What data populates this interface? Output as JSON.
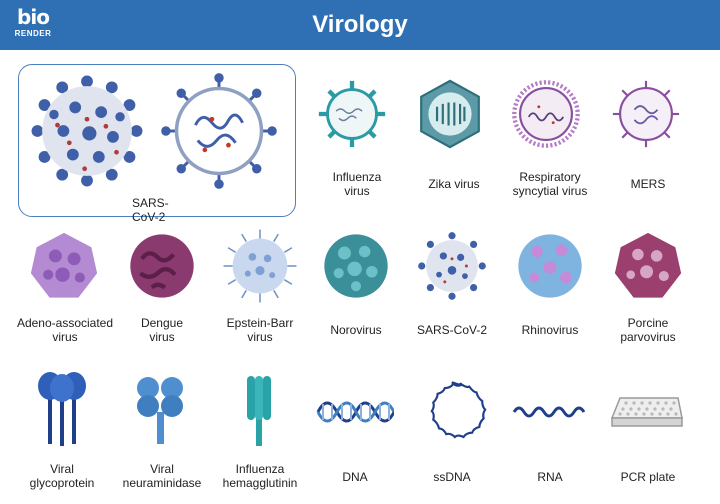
{
  "header": {
    "logo_mark": "bio",
    "logo_sub": "RENDER",
    "title": "Virology"
  },
  "colors": {
    "header_bg": "#2f6fb3",
    "featured_border": "#4a7fc1",
    "virus_blue": "#3f5fa8",
    "virus_purple": "#8a4ea0",
    "virus_teal": "#2a9aa4"
  },
  "featured": {
    "label": "SARS-\nCoV-2"
  },
  "row1": {
    "influenza": "Influenza\nvirus",
    "zika": "Zika virus",
    "rsv": "Respiratory\nsyncytial virus",
    "mers": "MERS"
  },
  "row2": {
    "aav": "Adeno-associated\nvirus",
    "dengue": "Dengue\nvirus",
    "ebv": "Epstein-Barr\nvirus",
    "norovirus": "Norovirus",
    "sars": "SARS-CoV-2",
    "rhinovirus": "Rhinovirus",
    "porcine": "Porcine\nparvovirus"
  },
  "row3": {
    "glycoprotein": "Viral\nglycoprotein",
    "neuraminidase": "Viral\nneuraminidase",
    "hemagglutinin": "Influenza\nhemagglutinin",
    "dna": "DNA",
    "ssdna": "ssDNA",
    "rna": "RNA",
    "pcr": "PCR plate"
  }
}
